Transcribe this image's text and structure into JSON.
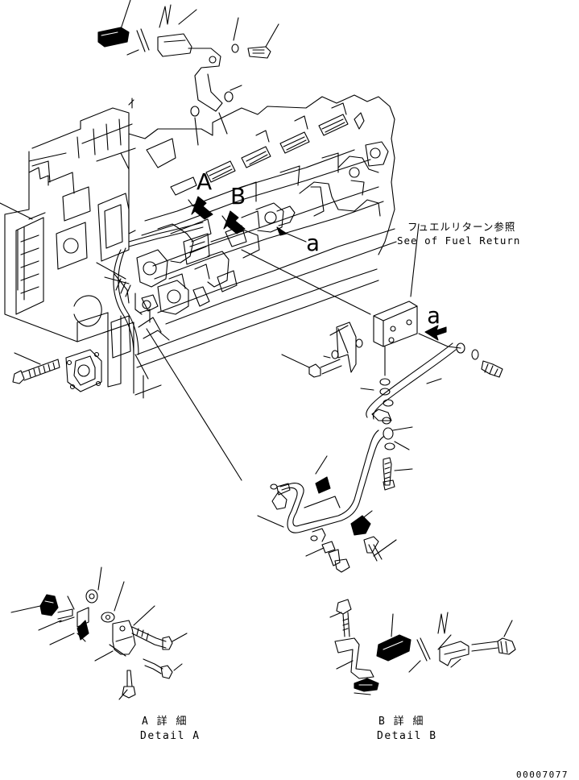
{
  "callouts": {
    "detail_a_marker": "A",
    "detail_b_marker": "B",
    "view_a_arrow": "a",
    "view_a_engine": "a"
  },
  "fuel_return": {
    "jp": "フュエルリターン参照",
    "en": "See of Fuel Return"
  },
  "detail_a": {
    "jp": "A 詳 細",
    "en": "Detail A"
  },
  "detail_b": {
    "jp": "B 詳 細",
    "en": "Detail B"
  },
  "part_number": "00007077"
}
